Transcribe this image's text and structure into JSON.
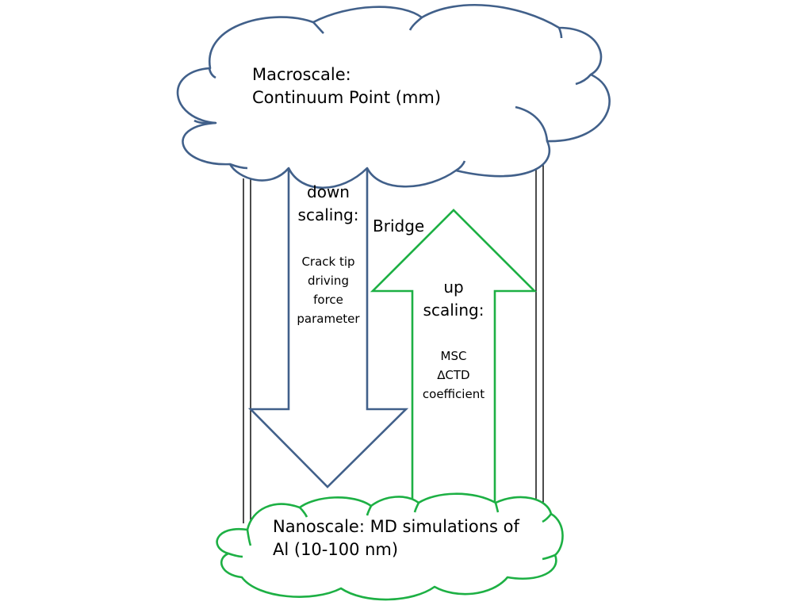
{
  "colors": {
    "macro_cloud": "#41608A",
    "down_arrow": "#41608A",
    "up_arrow": "#1DB044",
    "nano_cloud": "#1DB044",
    "bridge_lines": "#000000",
    "text": "#000000"
  },
  "icons": {
    "macro_cloud": "cloud-shape",
    "nano_cloud": "cloud-shape",
    "down_arrow": "block-arrow-down",
    "up_arrow": "block-arrow-up"
  },
  "macroscale": {
    "line1": "Macroscale:",
    "line2": "Continuum Point (mm)"
  },
  "downscaling": {
    "title_line1": "down",
    "title_line2": "scaling:",
    "desc_line1": "Crack tip",
    "desc_line2": "driving",
    "desc_line3": "force",
    "desc_line4": "parameter"
  },
  "bridge": {
    "label": "Bridge"
  },
  "upscaling": {
    "title_line1": "up",
    "title_line2": "scaling:",
    "desc_line1": "MSC",
    "desc_line2": "∆CTD",
    "desc_line3": "coefficient"
  },
  "nanoscale": {
    "line1": "Nanoscale: MD simulations of",
    "line2": "Al (10-100 nm)"
  }
}
